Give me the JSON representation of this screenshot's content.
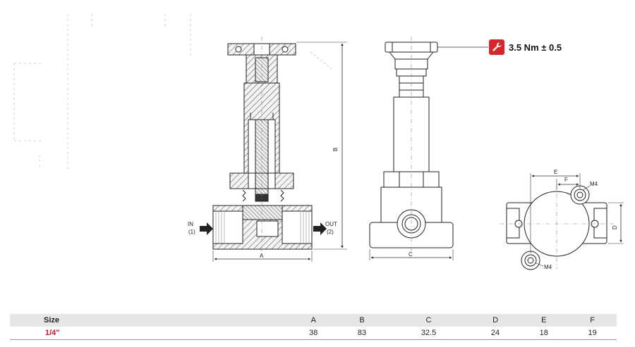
{
  "annotations": {
    "in_label": "IN",
    "in_port": "(1)",
    "out_label": "OUT",
    "out_port": "(2)",
    "dim_a": "A",
    "dim_b": "B",
    "dim_c": "C",
    "dim_d": "D",
    "dim_e": "E",
    "dim_f": "F",
    "m4_top": "M4",
    "m4_bottom": "M4"
  },
  "torque": {
    "icon": "wrench-icon",
    "value": "3.5 Nm ± 0.5",
    "badge_color": "#d7262b"
  },
  "table": {
    "headers": [
      "Size",
      "A",
      "B",
      "C",
      "D",
      "E",
      "F"
    ],
    "row": [
      "1/4\"",
      "38",
      "83",
      "32.5",
      "24",
      "18",
      "19"
    ],
    "size_color": "#c8102e"
  }
}
